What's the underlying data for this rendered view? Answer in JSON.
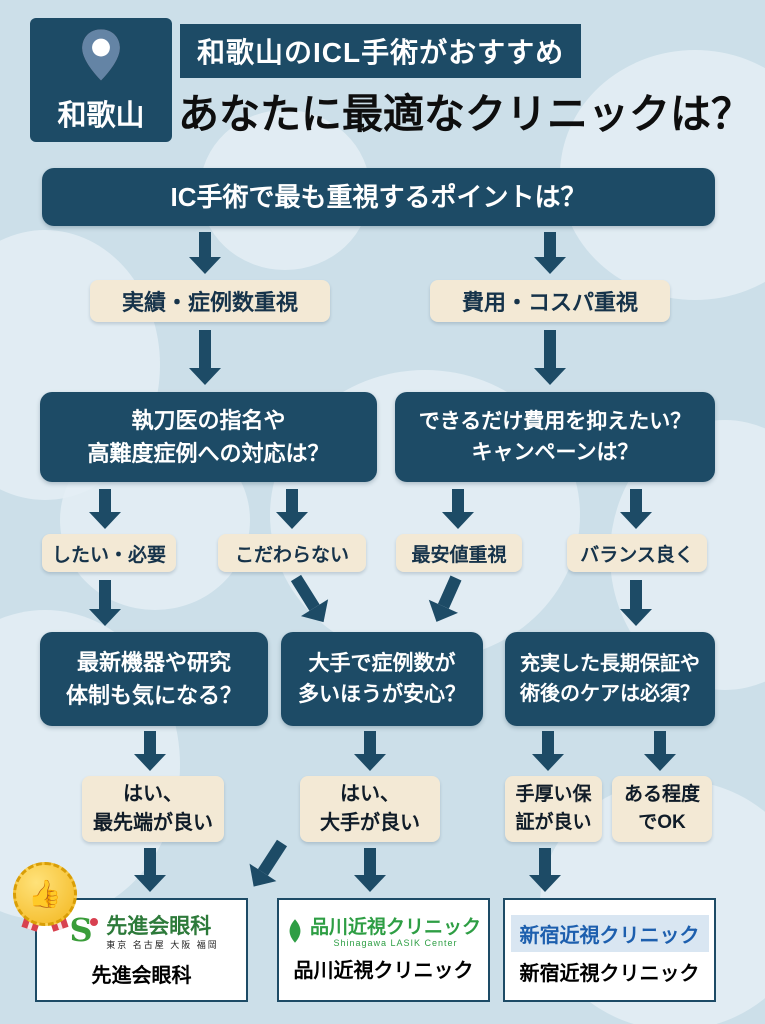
{
  "colors": {
    "navy": "#1d4b66",
    "cream": "#f3e9d5",
    "background": "#ccdfe9",
    "gold": "#f3b71f"
  },
  "header": {
    "location": "和歌山",
    "pin_icon": "location-pin",
    "banner": "和歌山のICL手術がおすすめ",
    "title": "あなたに最適なクリニックは？"
  },
  "flow": {
    "q1": "IC手術で最も重視するポイントは？",
    "branch_results": "実績・症例数重視",
    "branch_cost": "費用・コスパ重視",
    "q2_left": "執刀医の指名や\n高難度症例への対応は？",
    "q2_right": "できるだけ費用を抑えたい？\nキャンペーンは？",
    "opt_want": "したい・必要",
    "opt_nopreference": "こだわらない",
    "opt_cheapest": "最安値重視",
    "opt_balance": "バランス良く",
    "q3_latest": "最新機器や研究\n体制も気になる？",
    "q3_major": "大手で症例数が\n多いほうが安心？",
    "q3_warranty": "充実した長期保証や\n術後のケアは必須？",
    "ans_latest": "はい、\n最先端が良い",
    "ans_major": "はい、\n大手が良い",
    "ans_warranty": "手厚い保\n証が良い",
    "ans_ok": "ある程度\nでOK"
  },
  "clinics": {
    "senshinkai": {
      "logo_name": "先進会眼科",
      "logo_cities": "東京 名古屋 大阪 福岡",
      "name": "先進会眼科",
      "badge_icon": "thumbs-up-medal",
      "badge_glyph": "👍"
    },
    "shinagawa": {
      "logo_name": "品川近視クリニック",
      "logo_sub": "Shinagawa LASIK Center",
      "name": "品川近視クリニック"
    },
    "shinjuku": {
      "logo_name": "新宿近視クリニック",
      "name": "新宿近視クリニック"
    }
  }
}
